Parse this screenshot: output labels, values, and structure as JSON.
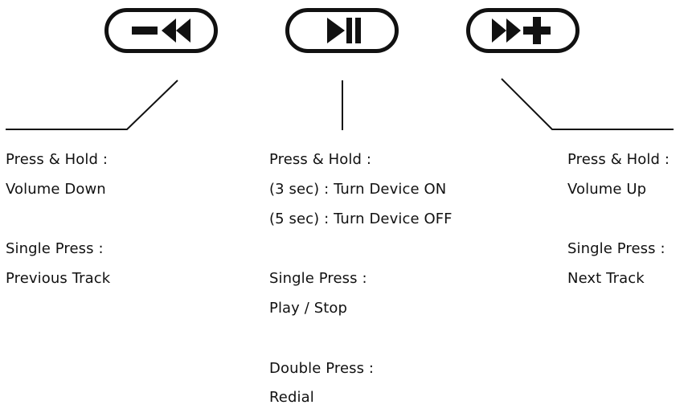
{
  "diagram": {
    "buttons": [
      {
        "name": "volume-down-previous-button",
        "icon": "rewind-minus-icon"
      },
      {
        "name": "play-pause-button",
        "icon": "play-pause-icon"
      },
      {
        "name": "volume-up-next-button",
        "icon": "fast-forward-plus-icon"
      }
    ],
    "columns": [
      {
        "hold_label": "Press & Hold :",
        "hold_action": "Volume Down",
        "single_label": "Single Press :",
        "single_action": "Previous Track"
      },
      {
        "hold_label": "Press & Hold :",
        "on_line": "(3 sec) : Turn Device ON",
        "off_line": "(5 sec) : Turn Device OFF",
        "single_label": "Single Press :",
        "single_action": "Play / Stop",
        "double_label": "Double Press :",
        "double_action": "Redial"
      },
      {
        "hold_label": "Press & Hold :",
        "hold_action": "Volume Up",
        "single_label": "Single Press :",
        "single_action": "Next Track"
      }
    ]
  }
}
